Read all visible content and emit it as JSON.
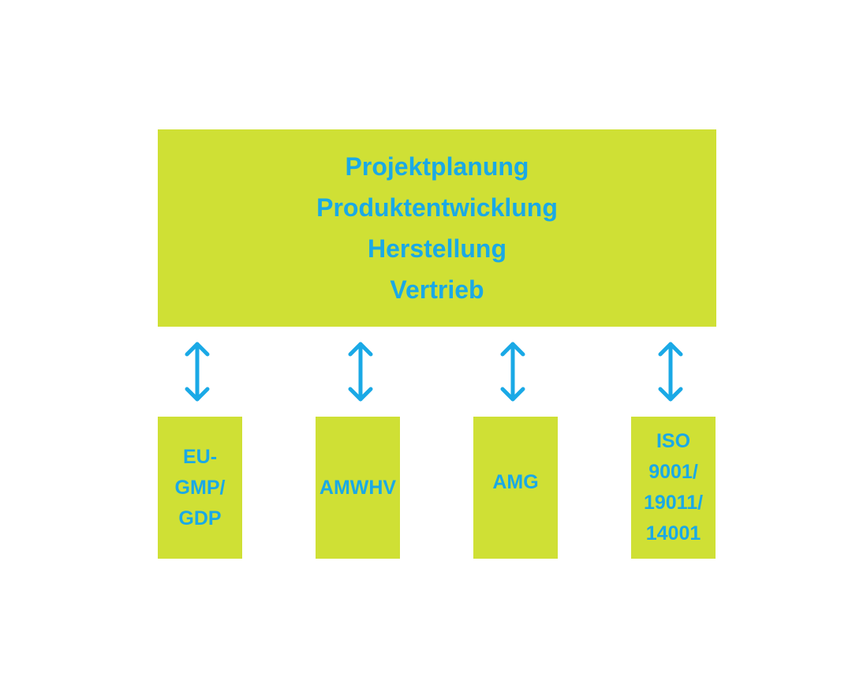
{
  "top_box": {
    "lines": [
      "Projektplanung",
      "Produktentwicklung",
      "Herstellung",
      "Vertrieb"
    ]
  },
  "boxes": [
    {
      "lines": [
        "EU-",
        "GMP/",
        "GDP"
      ]
    },
    {
      "lines": [
        "AMWHV"
      ]
    },
    {
      "lines": [
        "AMG"
      ]
    },
    {
      "lines": [
        "ISO",
        "9001/",
        "19011/",
        "14001"
      ]
    }
  ],
  "colors": {
    "box_fill": "#cfe035",
    "text": "#1aa9e6",
    "arrow": "#1aa9e6",
    "background": "#ffffff"
  },
  "icons": {
    "connector": "double-headed-vertical-arrow-icon"
  }
}
